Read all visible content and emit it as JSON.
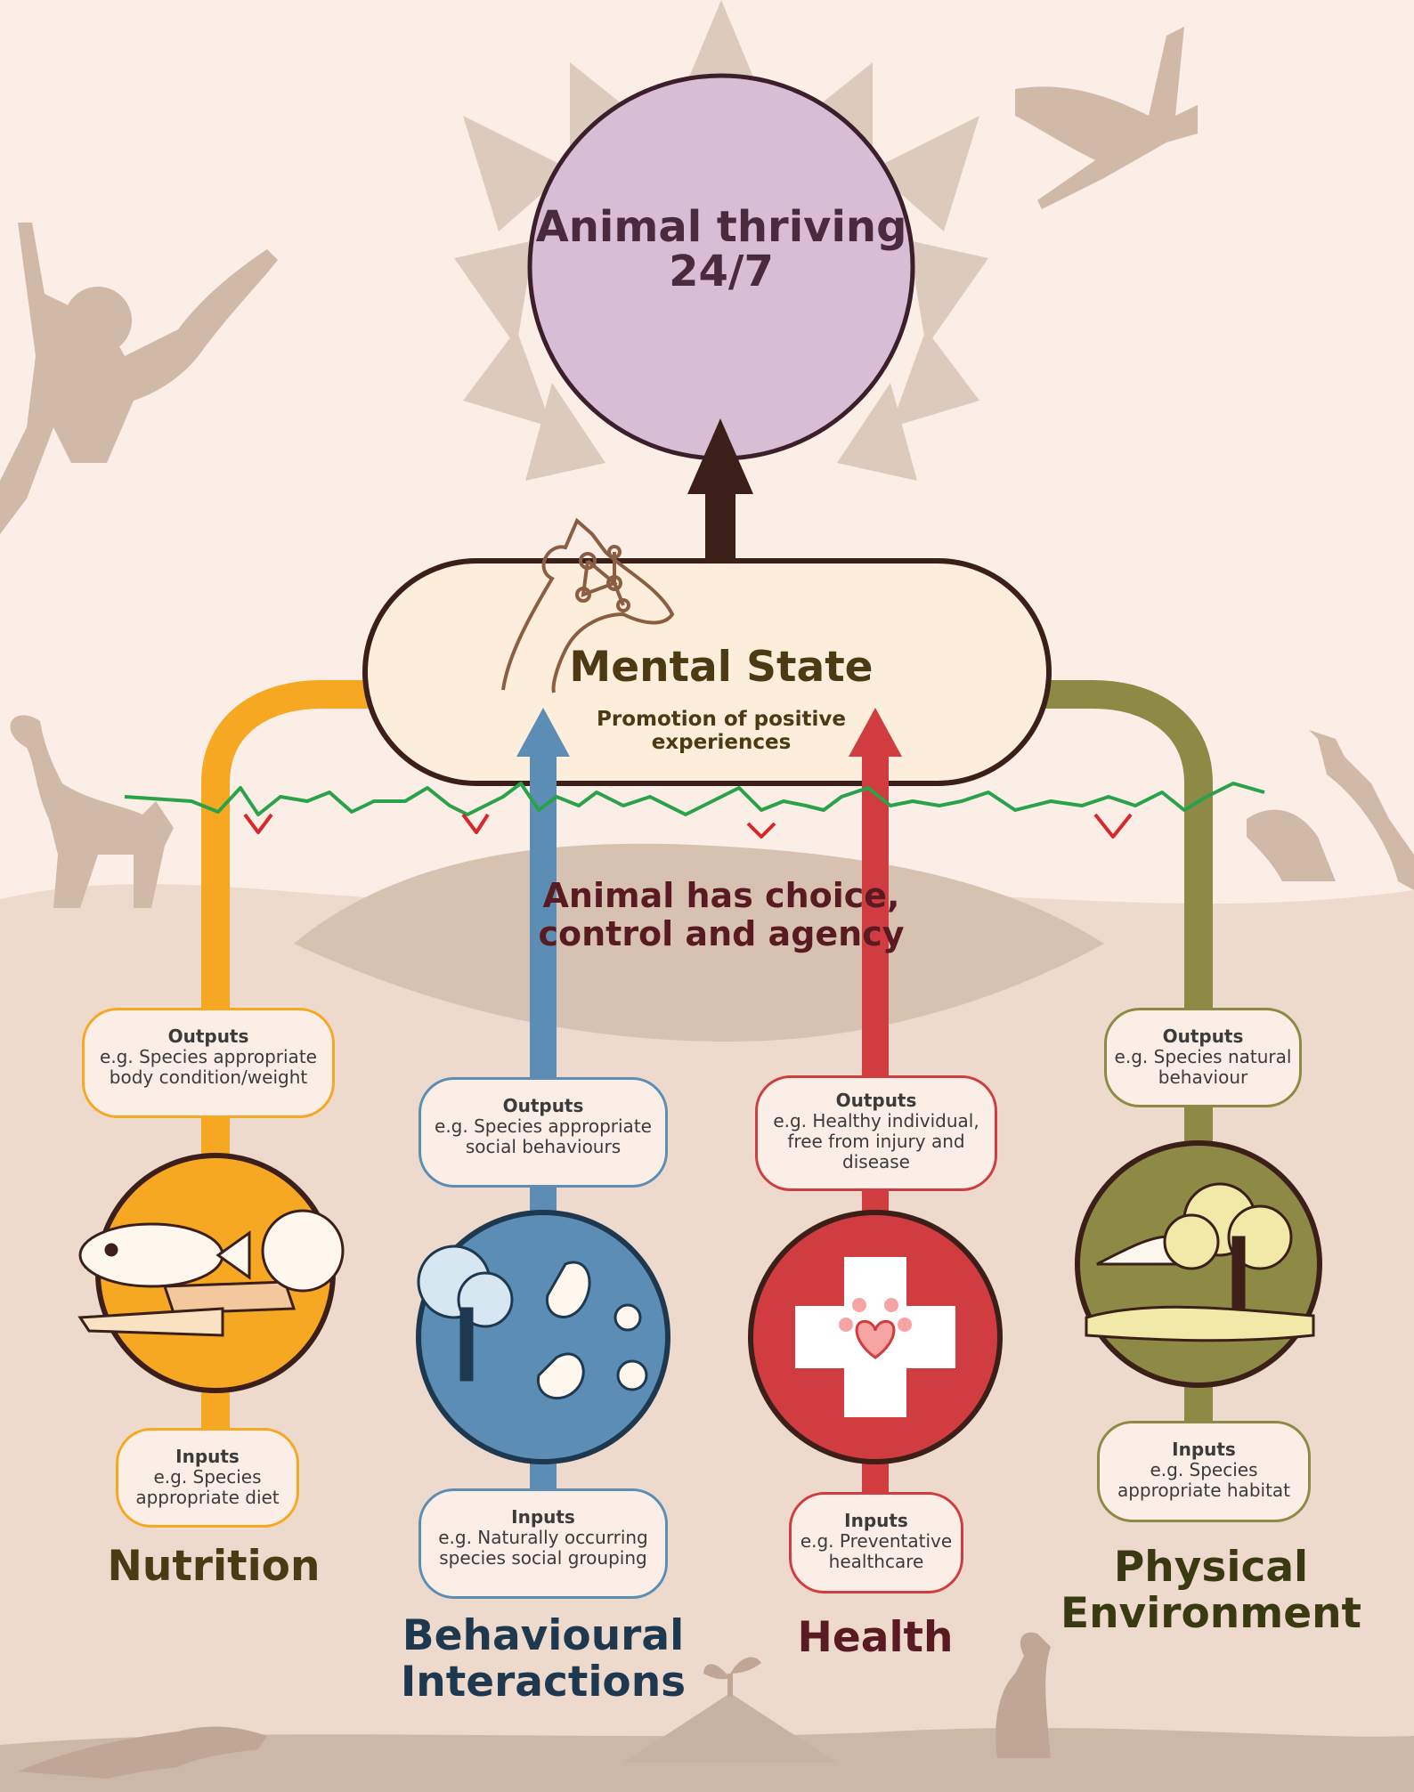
{
  "sun": {
    "title": "Animal thriving 24/7"
  },
  "mental_state": {
    "title": "Mental State",
    "subtitle": "Promotion of positive experiences"
  },
  "choice": {
    "text": "Animal has choice, control and agency"
  },
  "domains": [
    {
      "name": "Nutrition",
      "color": "#f6a823",
      "outputs_label": "Outputs",
      "outputs_text": "e.g. Species appropriate body condition/weight",
      "inputs_label": "Inputs",
      "inputs_text": "e.g. Species appropriate diet",
      "icon": "food-icon"
    },
    {
      "name": "Behavioural Interactions",
      "color": "#5b8db5",
      "outputs_label": "Outputs",
      "outputs_text": "e.g. Species appropriate social behaviours",
      "inputs_label": "Inputs",
      "inputs_text": "e.g. Naturally occurring species social grouping",
      "icon": "tracks-icon"
    },
    {
      "name": "Health",
      "color": "#d03c3f",
      "outputs_label": "Outputs",
      "outputs_text": "e.g. Healthy individual, free from injury and disease",
      "inputs_label": "Inputs",
      "inputs_text": "e.g. Preventative healthcare",
      "icon": "paw-cross-icon"
    },
    {
      "name": "Physical Environment",
      "color": "#8c8a44",
      "outputs_label": "Outputs",
      "outputs_text": "e.g. Species natural behaviour",
      "inputs_label": "Inputs",
      "inputs_text": "e.g. Species appropriate habitat",
      "icon": "habitat-icon"
    }
  ],
  "colors": {
    "background": "#fbeee6",
    "sun_circle": "#d9bdd5",
    "sun_rays": "#dccbbd",
    "mental_state_fill": "#fdeedb",
    "wave_positive": "#2aa24a",
    "wave_negative": "#d9272e",
    "silhouette": "#d1b9a7"
  }
}
